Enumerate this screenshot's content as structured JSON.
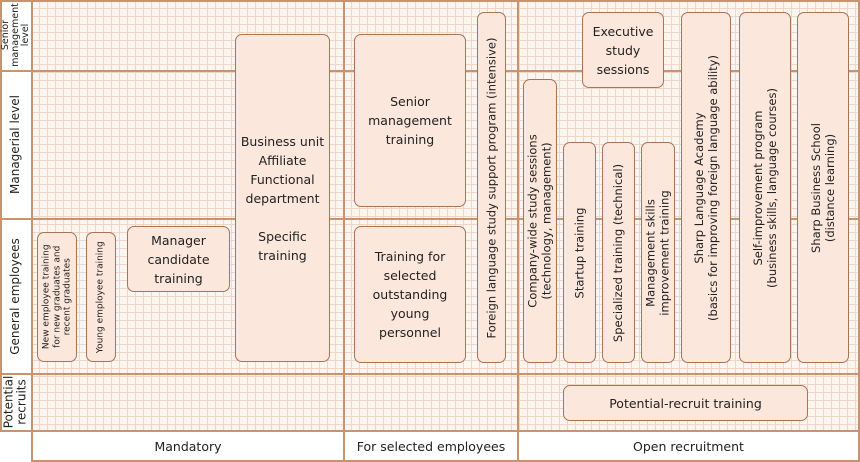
{
  "rows": {
    "senior_management": "Senior\nmanagement\nlevel",
    "managerial": "Managerial level",
    "general": "General employees",
    "potential": "Potential\nrecruits"
  },
  "columns": {
    "mandatory": "Mandatory",
    "selected": "For selected employees",
    "open": "Open recruitment"
  },
  "boxes": {
    "new_employee": "New employee training\nfor new graduates and\nrecent graduates",
    "young_employee": "Young employee training",
    "manager_candidate": "Manager\ncandidate\ntraining",
    "business_unit": "Business unit\nAffiliate\nFunctional\ndepartment\n\nSpecific\ntraining",
    "senior_management_training": "Senior\nmanagement\ntraining",
    "outstanding_young": "Training for\nselected\noutstanding\nyoung\npersonnel",
    "foreign_language": "Foreign language study support program (intensive)",
    "company_wide": "Company-wide study sessions\n(technology, management)",
    "startup": "Startup training",
    "specialized": "Specialized training (technical)",
    "management_skills": "Management skills\nimprovement training",
    "executive_study": "Executive\nstudy\nsessions",
    "sharp_language": "Sharp Language Academy\n(basics for improving foreign language ability)",
    "self_improvement": "Self-improvement program\n(business skills, language courses)",
    "sharp_business_school": "Sharp Business School\n(distance learning)",
    "potential_recruit_training": "Potential-recruit training"
  }
}
